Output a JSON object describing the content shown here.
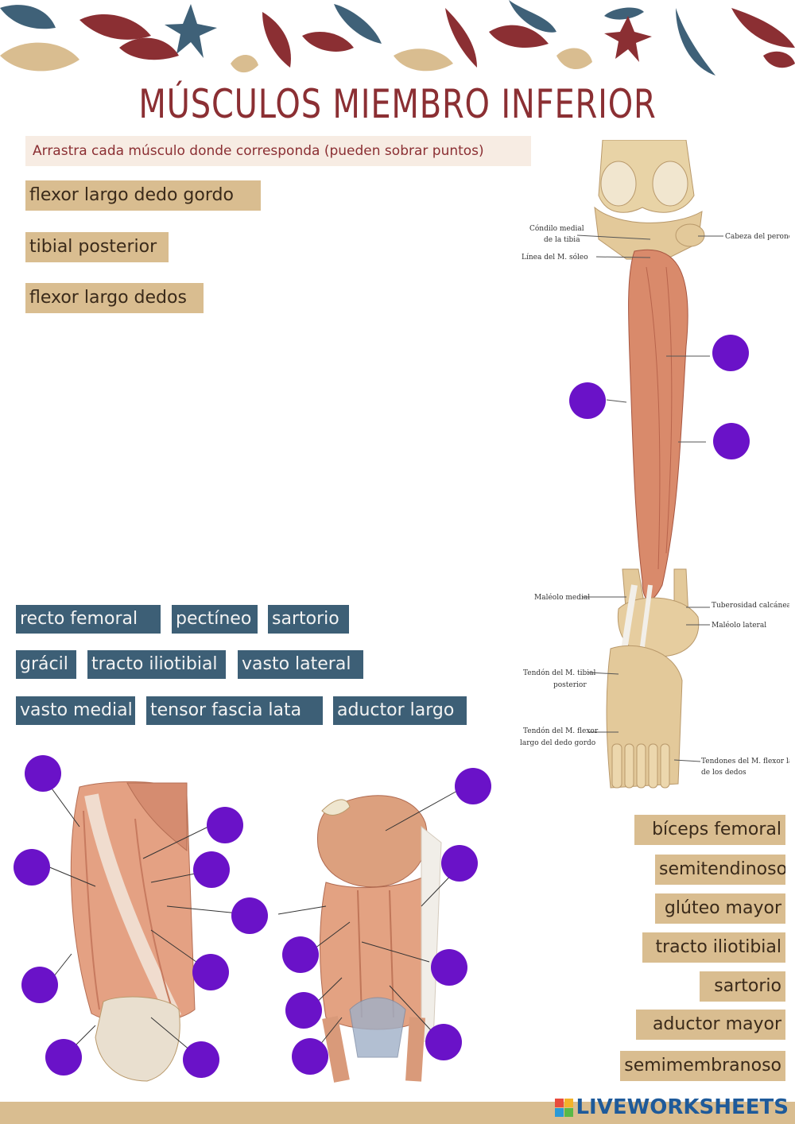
{
  "header": {
    "title": "MÚSCULOS MIEMBRO INFERIOR",
    "instruction": "Arrastra cada músculo donde corresponda (pueden sobrar puntos)"
  },
  "leg_labels": {
    "condilo": "Cóndilo medial",
    "condilo2": "de la tibia",
    "linea": "Línea del M. sóleo",
    "cabeza": "Cabeza del peroné",
    "maleolo_medial": "Maléolo medial",
    "tuberosidad": "Tuberosidad calcánea",
    "maleolo_lateral": "Maléolo lateral",
    "tendon_tibial": "Tendón del M. tibial",
    "tendon_tibial2": "posterior",
    "tendon_flexor": "Tendón del M. flexor",
    "tendon_flexor2": "largo del dedo gordo",
    "tendones_flexor": "Tendones del M. flexor largo",
    "tendones_flexor2": "de los dedos"
  },
  "words_leg": [
    "flexor largo dedo gordo",
    "tibial posterior",
    "flexor largo dedos"
  ],
  "words_thigh_front": [
    "recto femoral",
    "pectíneo",
    "sartorio",
    "grácil",
    "tracto iliotibial",
    "vasto lateral",
    "vasto medial",
    "tensor fascia lata",
    "aductor largo"
  ],
  "words_thigh_back": [
    "bíceps femoral",
    "semitendinoso",
    "glúteo mayor",
    "tracto iliotibial",
    "sartorio",
    "aductor mayor",
    "semimembranoso"
  ],
  "colors": {
    "title": "#8b2f33",
    "chip_tan": "#d9bd90",
    "chip_blue": "#3d5f76",
    "drop_dot": "#6a12c8",
    "brand": "#1e5a9a"
  },
  "footer": {
    "brand": "LIVEWORKSHEETS"
  }
}
